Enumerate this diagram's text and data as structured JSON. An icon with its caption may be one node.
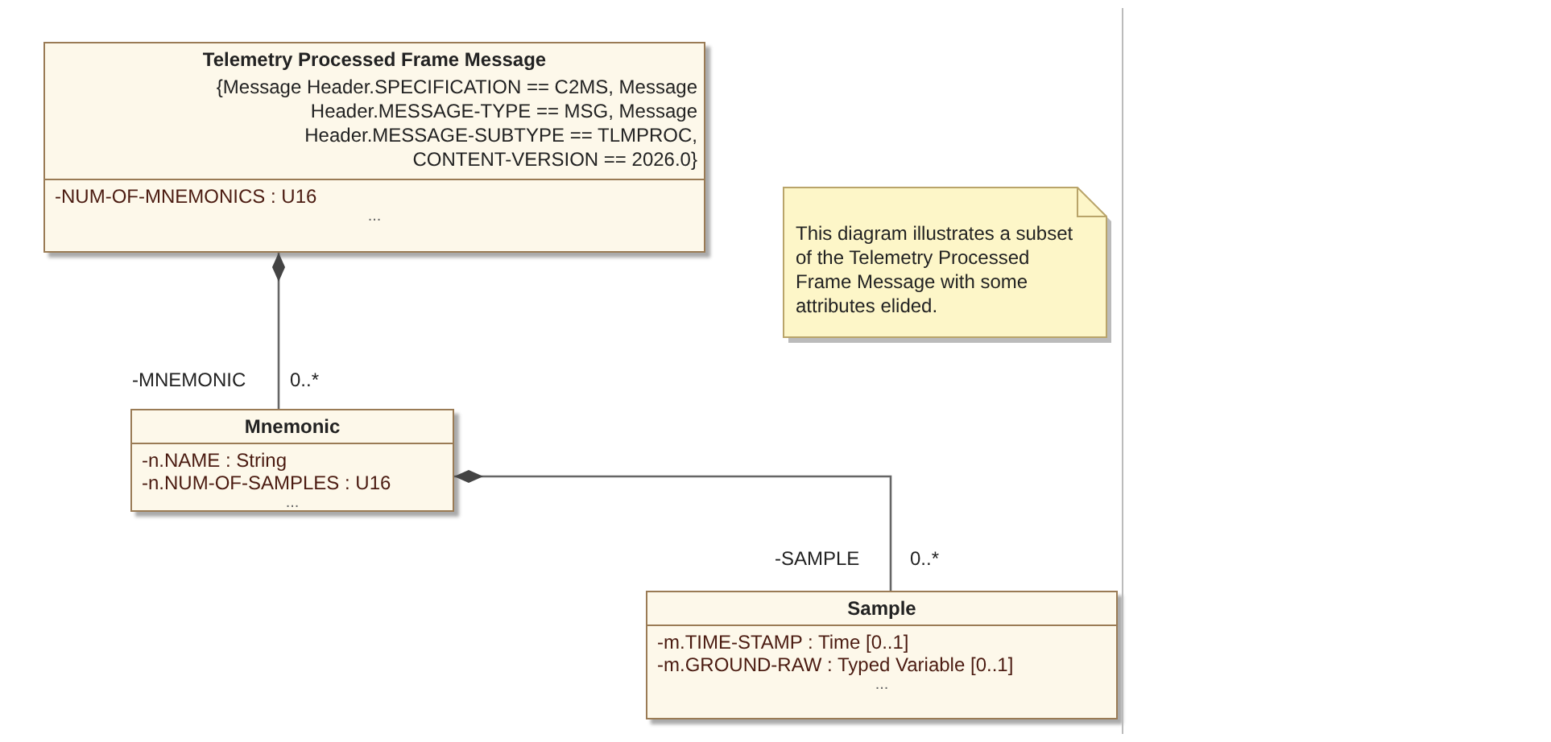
{
  "diagram": {
    "nodes": [
      {
        "text": [
          "Telemetry Processed Frame Message",
          "{Message Header.SPECIFICATION == C2MS, Message Header.MESSAGE-TYPE == MSG, Message Header.MESSAGE-SUBTYPE == TLMPROC, CONTENT-VERSION == 2026.0}",
          "-NUM-OF-MNEMONICS : U16",
          "..."
        ]
      },
      {
        "text": [
          "Mnemonic",
          "-n.NAME : String",
          "-n.NUM-OF-SAMPLES : U16",
          "..."
        ]
      },
      {
        "text": [
          "Sample",
          "-m.TIME-STAMP : Time [0..1]",
          "-m.GROUND-RAW : Typed Variable [0..1]",
          "..."
        ]
      },
      {
        "text": [
          "This diagram illustrates a subset of the Telemetry Processed Frame Message with some attributes elided."
        ]
      }
    ],
    "edges": [
      {
        "from": 0,
        "to": 1,
        "arrow": "other",
        "label": "-MNEMONIC"
      },
      {
        "from": 1,
        "to": 2,
        "arrow": "other",
        "label": "-SAMPLE"
      }
    ],
    "labels": [
      "0..*",
      "0..*"
    ]
  }
}
